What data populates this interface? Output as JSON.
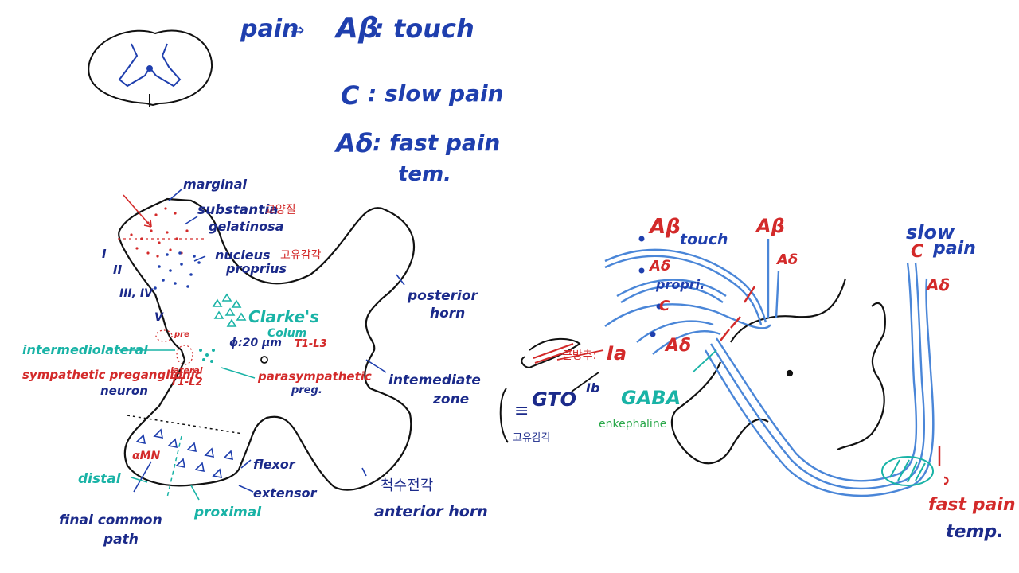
{
  "colors": {
    "blue": "#1f3fae",
    "navy": "#1b2a8a",
    "red": "#d32a2a",
    "teal": "#19b3a6",
    "green": "#2aa84a",
    "ink": "#111111",
    "fiber": "#4a86d8"
  },
  "legend": {
    "pain": "pain",
    "arrow": "⇒",
    "ab": "Aβ",
    "ab_desc": ": touch",
    "c": "C",
    "c_desc": ": slow pain",
    "ad": "Aδ",
    "ad_desc": ": fast pain",
    "ad_desc2": "tem."
  },
  "left_diagram": {
    "marginal": "marginal",
    "substantia": "substantia",
    "substantia_kr": "교양질",
    "gelatinosa": "gelatinosa",
    "nucleus": "nucleus",
    "nucleus_kr": "고유감각",
    "proprius": "proprius",
    "lamina_1": "I",
    "lamina_2": "II",
    "lamina_34": "III, IV",
    "lamina_5": "V",
    "clarkes": "Clarke's",
    "colum": "Colum",
    "diameter": "ϕ:20 μm",
    "t1l3": "T1-L3",
    "posterior": "posterior",
    "horn": "horn",
    "intermediolateral": "intermediolateral",
    "sympathetic": "sympathetic preganglionic",
    "neuron": "neuron",
    "lateral": "lateral",
    "t1l2": "T1-L2",
    "pre": "pre",
    "parasympathetic": "parasympathetic",
    "preg": "preg.",
    "intermediate": "intemediate",
    "zone": "zone",
    "amn": "αMN",
    "flexor": "flexor",
    "extensor": "extensor",
    "distal": "distal",
    "proximal": "proximal",
    "final_common": "final common",
    "path": "path",
    "anterior_kr": "척수전각",
    "anterior_horn": "anterior horn"
  },
  "right_diagram": {
    "ab_touch": "Aβ",
    "touch": "touch",
    "ab_out": "Aβ",
    "ad_out": "Aδ",
    "ad_in": "Aδ",
    "propri": "propri.",
    "c_in": "C",
    "ad_lower": "Aδ",
    "ia_kr": "근방추:",
    "ia": "Ia",
    "gto": "GTO",
    "ib": "Ib",
    "equiv": "≡",
    "gto_kr": "고유감각",
    "gaba": "GABA",
    "enkephaline": "enkephaline",
    "slow": "slow",
    "pain": "pain",
    "c_slow": "C",
    "ad_fast": "Aδ",
    "fast_pain": "fast pain",
    "temp": "temp."
  }
}
